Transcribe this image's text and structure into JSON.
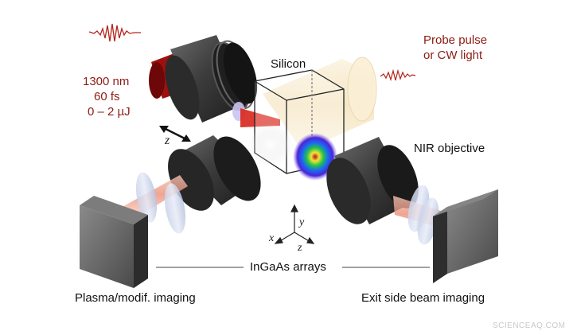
{
  "labels": {
    "silicon": "Silicon",
    "probe_line1": "Probe pulse",
    "probe_line2": "or CW light",
    "pump_line1": "1300 nm",
    "pump_line2": "60 fs",
    "pump_line3": "0 – 2 µJ",
    "z_translation": "z",
    "nir_objective": "NIR objective",
    "axis_y": "y",
    "axis_x": "x",
    "axis_z": "z",
    "ingaas_arrays": "InGaAs arrays",
    "plasma_imaging": "Plasma/modif. imaging",
    "exit_imaging": "Exit side beam imaging",
    "watermark": "SCIENCEAQ.COM"
  },
  "colors": {
    "label_red": "#8e1b14",
    "pulse_red": "#b3231a",
    "probe_beam": "#f6e8c8",
    "pump_beam": "#f2a99a",
    "objective_body": "#3a3a3a",
    "detector_gray": "#5b5b5b"
  }
}
